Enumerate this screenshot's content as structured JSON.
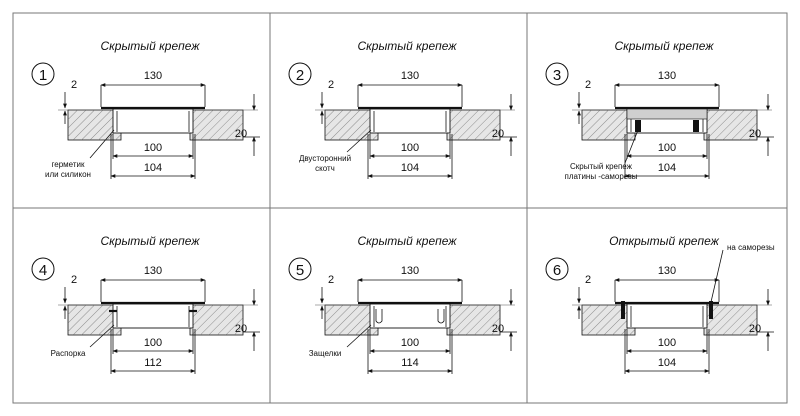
{
  "panels": [
    {
      "index": "1",
      "title": "Скрытый крепеж",
      "dim_top": "130",
      "dim_gap": "2",
      "dim_right": "20",
      "dim_inner": "100",
      "dim_outer": "104",
      "note": "герметик\nили силикон",
      "variant": "sealant"
    },
    {
      "index": "2",
      "title": "Скрытый крепеж",
      "dim_top": "130",
      "dim_gap": "2",
      "dim_right": "20",
      "dim_inner": "100",
      "dim_outer": "104",
      "note": "Двусторонний\nскотч",
      "variant": "tape"
    },
    {
      "index": "3",
      "title": "Скрытый крепеж",
      "dim_top": "130",
      "dim_gap": "2",
      "dim_right": "20",
      "dim_inner": "100",
      "dim_outer": "104",
      "note": "Скрытый крепеж\nплатины -саморезы",
      "variant": "plates"
    },
    {
      "index": "4",
      "title": "Скрытый крепеж",
      "dim_top": "130",
      "dim_gap": "2",
      "dim_right": "20",
      "dim_inner": "100",
      "dim_outer": "112",
      "note": "Распорка",
      "variant": "spacer"
    },
    {
      "index": "5",
      "title": "Скрытый крепеж",
      "dim_top": "130",
      "dim_gap": "2",
      "dim_right": "20",
      "dim_inner": "100",
      "dim_outer": "114",
      "note": "Защелки",
      "variant": "latches"
    },
    {
      "index": "6",
      "title": "Открытый крепеж",
      "dim_top": "130",
      "dim_gap": "2",
      "dim_right": "20",
      "dim_inner": "100",
      "dim_outer": "104",
      "note": "на саморезы",
      "variant": "screws"
    }
  ]
}
